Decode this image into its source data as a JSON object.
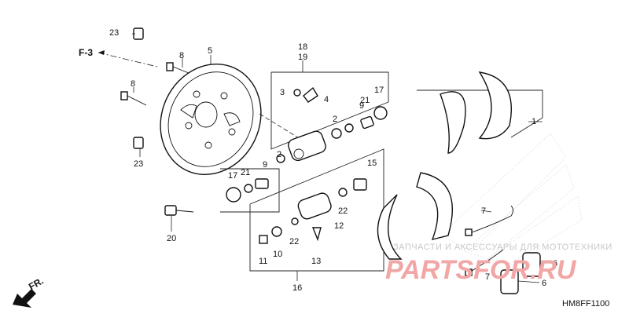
{
  "diagram": {
    "callouts": {
      "c1": "1",
      "c2a": "2",
      "c2b": "2",
      "c3": "3",
      "c4": "4",
      "c5": "5",
      "c6a": "6",
      "c6b": "6",
      "c7a": "7",
      "c7b": "7",
      "c8a": "8",
      "c8b": "8",
      "c9a": "9",
      "c9b": "9",
      "c10": "10",
      "c11": "11",
      "c12": "12",
      "c13": "13",
      "c15": "15",
      "c16": "16",
      "c17a": "17",
      "c17b": "17",
      "c18": "18",
      "c19": "19",
      "c20": "20",
      "c21a": "21",
      "c21b": "21",
      "c22a": "22",
      "c22b": "22",
      "c23a": "23",
      "c23b": "23"
    },
    "ref_label": "F-3",
    "direction_label": "FR.",
    "drawing_code": "HM8FF1100"
  },
  "watermark": {
    "line1": "ЗАПЧАСТИ И АКСЕССУАРЫ ДЛЯ МОТОТЕХНИКИ",
    "line2": "PARTSFOR.RU"
  },
  "colors": {
    "line": "#111111",
    "watermark_text": "#c8c8c8",
    "watermark_brand": "#f2a7a7"
  }
}
